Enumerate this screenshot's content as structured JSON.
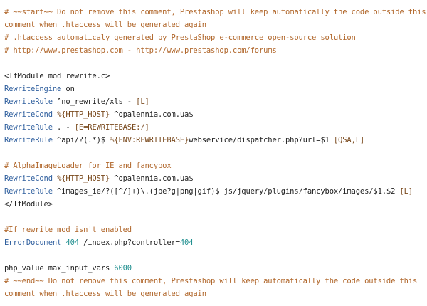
{
  "lines": [
    [
      {
        "t": "# ~~start~~ Do not remove this comment, Prestashop will keep automatically the code outside this",
        "c": "comment"
      }
    ],
    [
      {
        "t": "comment when .htaccess will be generated again",
        "c": "comment"
      }
    ],
    [
      {
        "t": "# .htaccess automaticaly generated by PrestaShop e-commerce open-source solution",
        "c": "comment"
      }
    ],
    [
      {
        "t": "# http://www.prestashop.com - http://www.prestashop.com/forums",
        "c": "comment"
      }
    ],
    [],
    [
      {
        "t": "<IfModule mod_rewrite.c>",
        "c": "tag"
      }
    ],
    [
      {
        "t": "RewriteEngine",
        "c": "directive"
      },
      {
        "t": " on",
        "c": "plain"
      }
    ],
    [
      {
        "t": "RewriteRule",
        "c": "directive"
      },
      {
        "t": " ^no_rewrite/xls - ",
        "c": "plain"
      },
      {
        "t": "[L]",
        "c": "flag"
      }
    ],
    [
      {
        "t": "RewriteCond",
        "c": "directive"
      },
      {
        "t": " ",
        "c": "plain"
      },
      {
        "t": "%{HTTP_HOST}",
        "c": "flag"
      },
      {
        "t": " ^opalennia.com.ua$",
        "c": "plain"
      }
    ],
    [
      {
        "t": "RewriteRule",
        "c": "directive"
      },
      {
        "t": " . - ",
        "c": "plain"
      },
      {
        "t": "[E=REWRITEBASE:/]",
        "c": "flag"
      }
    ],
    [
      {
        "t": "RewriteRule",
        "c": "directive"
      },
      {
        "t": " ^api/?(.*)$ ",
        "c": "plain"
      },
      {
        "t": "%{ENV:REWRITEBASE}",
        "c": "flag"
      },
      {
        "t": "webservice/dispatcher.php?url=$1 ",
        "c": "plain"
      },
      {
        "t": "[QSA,L]",
        "c": "flag"
      }
    ],
    [],
    [
      {
        "t": "# AlphaImageLoader for IE and fancybox",
        "c": "comment"
      }
    ],
    [
      {
        "t": "RewriteCond",
        "c": "directive"
      },
      {
        "t": " ",
        "c": "plain"
      },
      {
        "t": "%{HTTP_HOST}",
        "c": "flag"
      },
      {
        "t": " ^opalennia.com.ua$",
        "c": "plain"
      }
    ],
    [
      {
        "t": "RewriteRule",
        "c": "directive"
      },
      {
        "t": " ^images_ie/?([^/]+)\\.(jpe?g|png|gif)$ js/jquery/plugins/fancybox/images/$1.$2 ",
        "c": "plain"
      },
      {
        "t": "[L]",
        "c": "flag"
      }
    ],
    [
      {
        "t": "</IfModule>",
        "c": "tag"
      }
    ],
    [],
    [
      {
        "t": "#If rewrite mod isn't enabled",
        "c": "comment"
      }
    ],
    [
      {
        "t": "ErrorDocument",
        "c": "directive"
      },
      {
        "t": " ",
        "c": "plain"
      },
      {
        "t": "404",
        "c": "num"
      },
      {
        "t": " /index.php?controller=",
        "c": "plain"
      },
      {
        "t": "404",
        "c": "num"
      }
    ],
    [],
    [
      {
        "t": "php_value max_input_vars ",
        "c": "plain"
      },
      {
        "t": "6000",
        "c": "num"
      }
    ],
    [
      {
        "t": "# ~~end~~ Do not remove this comment, Prestashop will keep automatically the code outside this",
        "c": "comment"
      }
    ],
    [
      {
        "t": "comment when .htaccess will be generated again",
        "c": "comment"
      }
    ]
  ]
}
